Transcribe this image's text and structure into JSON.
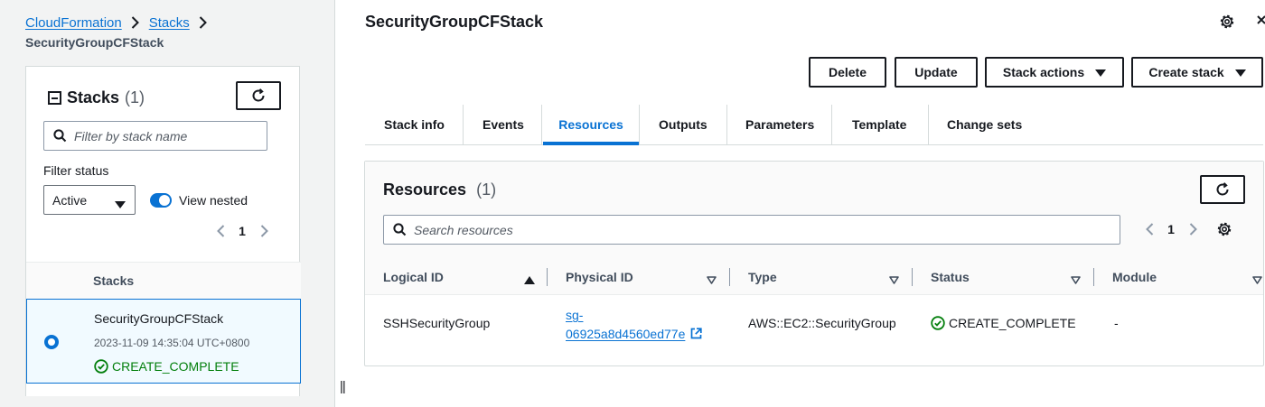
{
  "breadcrumb": {
    "items": [
      "CloudFormation",
      "Stacks"
    ],
    "current": "SecurityGroupCFStack"
  },
  "stacks_panel": {
    "title": "Stacks",
    "count": "(1)",
    "search_placeholder": "Filter by stack name",
    "filter_status_label": "Filter status",
    "filter_status_value": "Active",
    "view_nested_label": "View nested",
    "view_nested_on": true,
    "page": "1",
    "column_header": "Stacks",
    "rows": [
      {
        "name": "SecurityGroupCFStack",
        "date": "2023-11-09 14:35:04 UTC+0800",
        "status": "CREATE_COMPLETE",
        "selected": true
      }
    ]
  },
  "main": {
    "title": "SecurityGroupCFStack",
    "buttons": {
      "delete": "Delete",
      "update": "Update",
      "stack_actions": "Stack actions",
      "create_stack": "Create stack"
    },
    "tabs": [
      {
        "label": "Stack info",
        "active": false
      },
      {
        "label": "Events",
        "active": false
      },
      {
        "label": "Resources",
        "active": true
      },
      {
        "label": "Outputs",
        "active": false
      },
      {
        "label": "Parameters",
        "active": false
      },
      {
        "label": "Template",
        "active": false
      },
      {
        "label": "Change sets",
        "active": false
      }
    ]
  },
  "resources": {
    "title": "Resources",
    "count": "(1)",
    "search_placeholder": "Search resources",
    "page": "1",
    "columns": [
      "Logical ID",
      "Physical ID",
      "Type",
      "Status",
      "Module"
    ],
    "rows": [
      {
        "logical_id": "SSHSecurityGroup",
        "physical_id_line1": "sg-",
        "physical_id_line2": "06925a8d4560ed77e",
        "type": "AWS::EC2::SecurityGroup",
        "status": "CREATE_COMPLETE",
        "module": "-"
      }
    ]
  },
  "colors": {
    "link": "#0972d3",
    "success": "#037f0c",
    "text": "#16191f",
    "border": "#d5dbdb"
  },
  "icons": [
    "chevron-right-icon",
    "minus-square-icon",
    "refresh-icon",
    "search-icon",
    "caret-down-icon",
    "toggle-switch",
    "chevron-left-icon",
    "radio-selected",
    "check-circle-icon",
    "settings-gear-icon",
    "close-icon",
    "external-link-icon",
    "sort-ascending-icon",
    "sort-icon",
    "resize-handle-icon"
  ]
}
